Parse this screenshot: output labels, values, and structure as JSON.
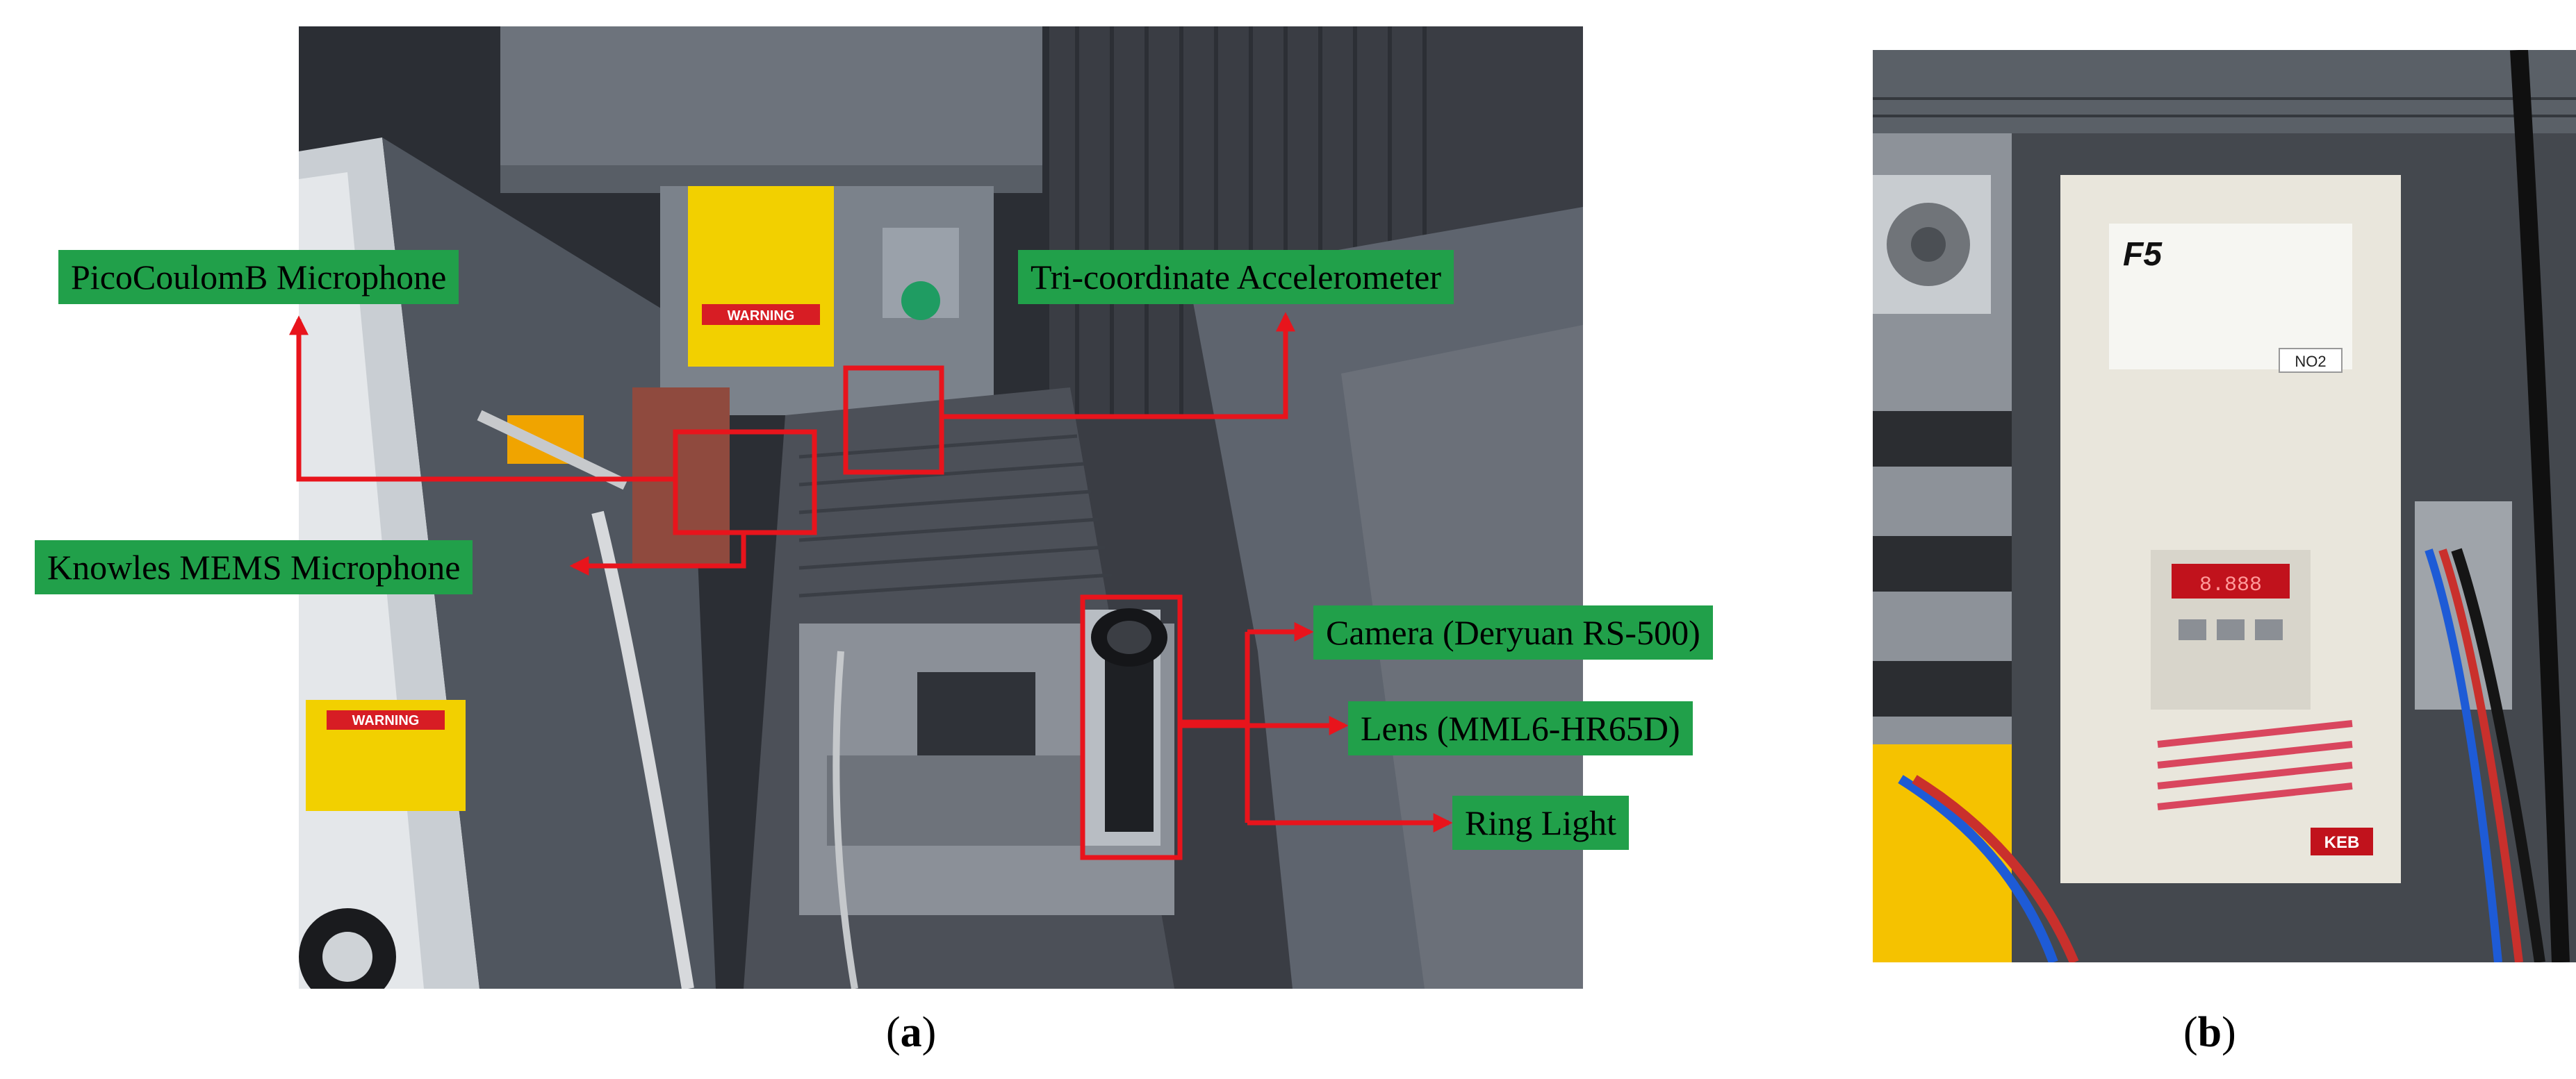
{
  "figure": {
    "labels": {
      "picocoulomb_microphone": "PicoCoulomB Microphone",
      "tri_coordinate_accelerometer": "Tri-coordinate Accelerometer",
      "knowles_mems_microphone": "Knowles MEMS Microphone",
      "camera": "Camera (Deryuan RS-500)",
      "lens": "Lens (MML6-HR65D)",
      "ring_light": "Ring Light"
    },
    "captions": {
      "a": {
        "open": "(",
        "letter": "a",
        "close": ")"
      },
      "b": {
        "open": "(",
        "letter": "b",
        "close": ")"
      }
    },
    "photo_a_warning_text": "WARNING",
    "photo_b_drive_brand": "F5",
    "photo_b_drive_tag": "NO2",
    "photo_b_vendor_mark": "KEB",
    "photo_b_display_readout": "8.888",
    "colors": {
      "label_fill": "#21a04a",
      "annotation_red": "#e8141c",
      "caption_text": "#000000"
    }
  }
}
